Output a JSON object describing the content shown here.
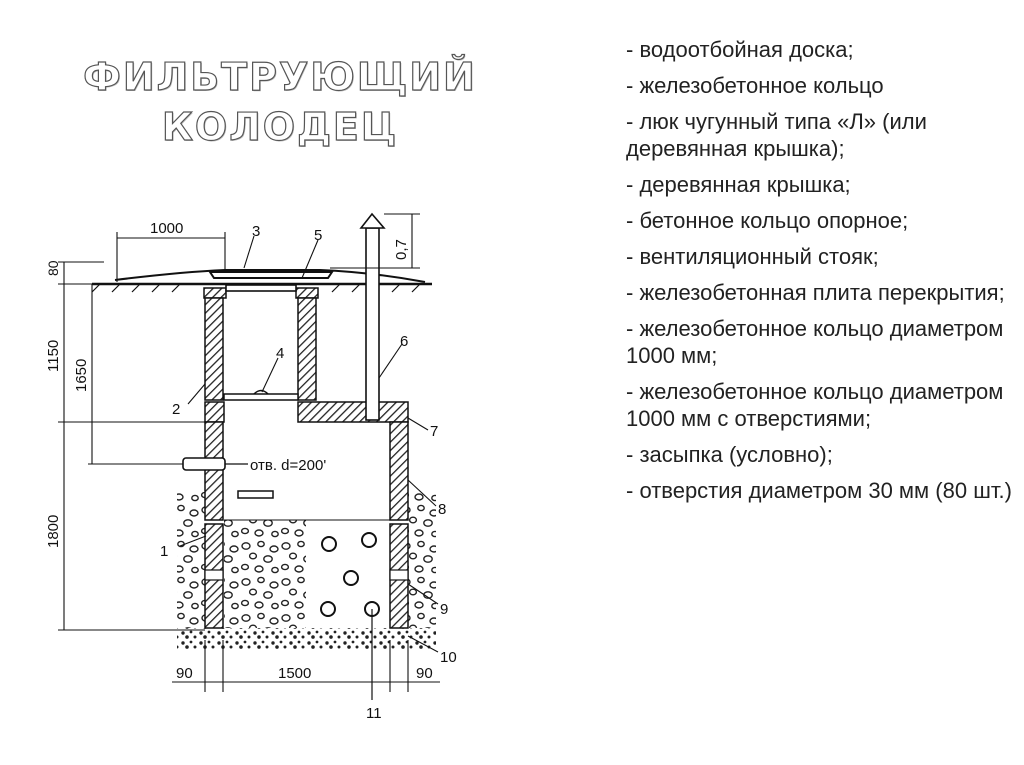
{
  "title": {
    "line1": "ФИЛЬТРУЮЩИЙ",
    "line2": "КОЛОДЕЦ"
  },
  "legend": [
    "- водоотбойная доска;",
    "- железобетонное кольцо",
    "- люк чугунный типа «Л» (или деревянная крышка);",
    "- деревянная крышка;",
    "- бетонное кольцо опорное;",
    "- вентиляционный стояк;",
    "- железобетонная плита перекрытия;",
    "- железобетонное кольцо диаметром 1000 мм;",
    "- железобетонное кольцо диаметром 1000 мм с отверстиями;",
    "- засыпка (условно);",
    "- отверстия диаметром 30 мм (80 шт.)"
  ],
  "drawing": {
    "dims": {
      "d1000": "1000",
      "d80": "80",
      "d1150": "1150",
      "d1650": "1650",
      "d1800": "1800",
      "d07": "0,7",
      "d90l": "90",
      "d1500": "1500",
      "d90r": "90"
    },
    "pipe_label": "отв. d=200'",
    "callouts": [
      "1",
      "2",
      "3",
      "4",
      "5",
      "6",
      "7",
      "8",
      "9",
      "10",
      "11"
    ]
  },
  "colors": {
    "ink": "#111111",
    "hatch": "#222222",
    "background": "#ffffff"
  }
}
